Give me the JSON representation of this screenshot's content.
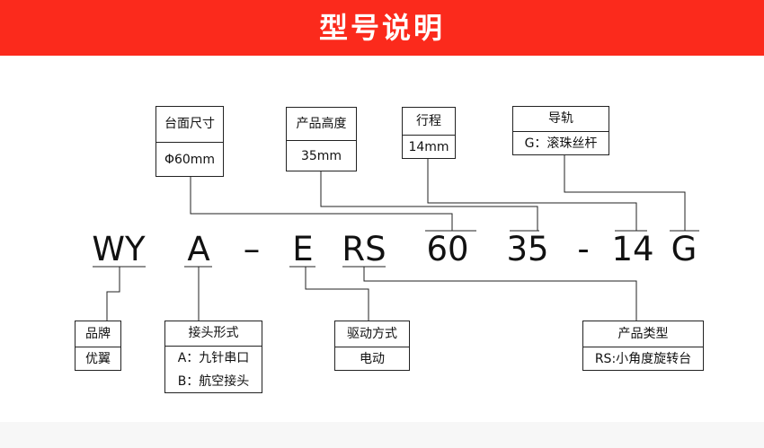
{
  "title": "型号说明",
  "model_code": {
    "WY": "WY",
    "A": "A",
    "dash1": "–",
    "E": "E",
    "RS": "RS",
    "n60": "60",
    "n35": "35",
    "dash2": "-",
    "n14": "14",
    "G": "G"
  },
  "boxes": {
    "table_size": {
      "label": "台面尺寸",
      "value": "Φ60mm"
    },
    "height": {
      "label": "产品高度",
      "value": "35mm"
    },
    "stroke": {
      "label": "行程",
      "value": "14mm"
    },
    "rail": {
      "label": "导轨",
      "value": "G：滚珠丝杆"
    },
    "brand": {
      "label": "品牌",
      "value": "优翼"
    },
    "connector": {
      "label": "接头形式",
      "options": [
        "A：九针串口",
        "B：航空接头"
      ]
    },
    "drive": {
      "label": "驱动方式",
      "value": "电动"
    },
    "type": {
      "label": "产品类型",
      "value": "RS:小角度旋转台"
    }
  },
  "colors": {
    "banner": "#fb2a1c",
    "line": "#222222"
  }
}
